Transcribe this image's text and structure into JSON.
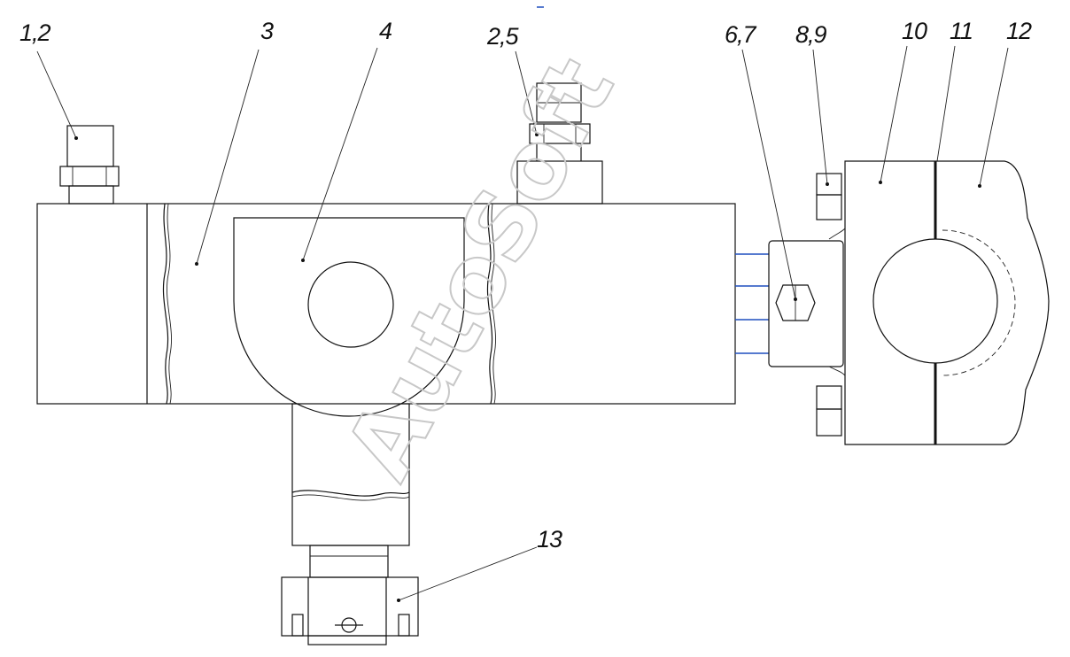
{
  "drawing": {
    "callouts": [
      {
        "id": "c1",
        "label": "1,2"
      },
      {
        "id": "c2",
        "label": "3"
      },
      {
        "id": "c3",
        "label": "4"
      },
      {
        "id": "c4",
        "label": "2,5"
      },
      {
        "id": "c5",
        "label": "6,7"
      },
      {
        "id": "c6",
        "label": "8,9"
      },
      {
        "id": "c7",
        "label": "10"
      },
      {
        "id": "c8",
        "label": "11"
      },
      {
        "id": "c9",
        "label": "12"
      },
      {
        "id": "c10",
        "label": "13"
      }
    ],
    "watermark": "AutoSoft"
  }
}
